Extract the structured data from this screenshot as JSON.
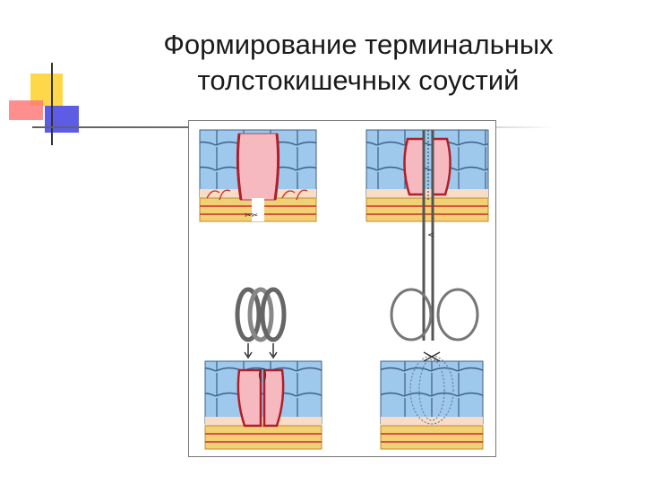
{
  "slide": {
    "title_line1": "Формирование терминальных",
    "title_line2": "толстокишечных соустий"
  },
  "figure": {
    "panels": [
      "cut-bowel-ends",
      "clamp-applied-with-scissors",
      "ring-and-clamped-ends",
      "completed-anastomosis"
    ]
  },
  "colors": {
    "accent_yellow": "#ffe66b",
    "accent_red": "#ff8c8c",
    "accent_blue": "#5a5ae6",
    "tissue_blue": "#9ec8ec",
    "mucosa_pink": "#f7b9c0",
    "serosa_yellow": "#f3cf75",
    "vessel_red": "#cc2a2a"
  }
}
